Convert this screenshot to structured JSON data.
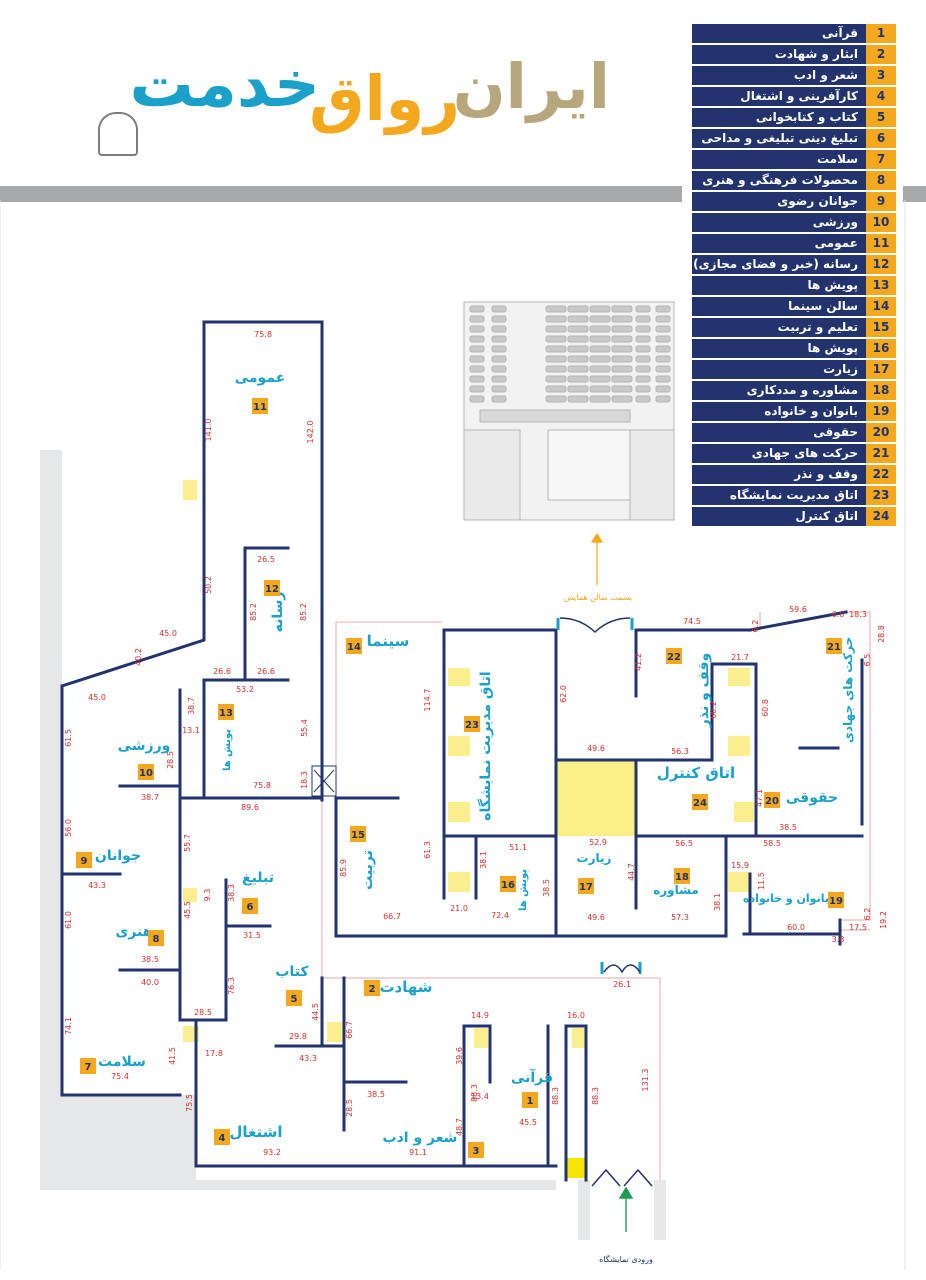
{
  "logo": {
    "part1": "ایران",
    "part2": "رواق",
    "part3": "خدمت"
  },
  "legend": [
    {
      "num": "1",
      "name": "قرآنی"
    },
    {
      "num": "2",
      "name": "ایثار و شهادت"
    },
    {
      "num": "3",
      "name": "شعر و ادب"
    },
    {
      "num": "4",
      "name": "کارآفرینی و اشتغال"
    },
    {
      "num": "5",
      "name": "کتاب و کتابخوانی"
    },
    {
      "num": "6",
      "name": "تبلیغ دینی تبلیغی و مداحی"
    },
    {
      "num": "7",
      "name": "سلامت"
    },
    {
      "num": "8",
      "name": "محصولات فرهنگی و هنری"
    },
    {
      "num": "9",
      "name": "جوانان رضوی"
    },
    {
      "num": "10",
      "name": "ورزشی"
    },
    {
      "num": "11",
      "name": "عمومی"
    },
    {
      "num": "12",
      "name": "رسانه (خبر و فضای مجازی)"
    },
    {
      "num": "13",
      "name": "پویش ها"
    },
    {
      "num": "14",
      "name": "سالن سینما"
    },
    {
      "num": "15",
      "name": "تعلیم و تربیت"
    },
    {
      "num": "16",
      "name": "پویش ها"
    },
    {
      "num": "17",
      "name": "زیارت"
    },
    {
      "num": "18",
      "name": "مشاوره و مددکاری"
    },
    {
      "num": "19",
      "name": "بانوان و خانواده"
    },
    {
      "num": "20",
      "name": "حقوقی"
    },
    {
      "num": "21",
      "name": "حرکت های جهادی"
    },
    {
      "num": "22",
      "name": "وقف و نذر"
    },
    {
      "num": "23",
      "name": "اتاق مدیریت نمایشگاه"
    },
    {
      "num": "24",
      "name": "اتاق کنترل"
    }
  ],
  "rooms": {
    "r1": {
      "name": "قرآنی",
      "num": "1"
    },
    "r2": {
      "name": "شهادت",
      "num": "2"
    },
    "r3": {
      "name": "شعر و ادب",
      "num": "3"
    },
    "r4": {
      "name": "اشتغال",
      "num": "4"
    },
    "r5": {
      "name": "کتاب",
      "num": "5"
    },
    "r6": {
      "name": "تبلیغ",
      "num": "6"
    },
    "r7": {
      "name": "سلامت",
      "num": "7"
    },
    "r8": {
      "name": "هنری",
      "num": "8"
    },
    "r9": {
      "name": "جوانان",
      "num": "9"
    },
    "r10": {
      "name": "ورزشی",
      "num": "10"
    },
    "r11": {
      "name": "عمومی",
      "num": "11"
    },
    "r12": {
      "name": "رسانه",
      "num": "12"
    },
    "r13": {
      "name": "پویش ها",
      "num": "13"
    },
    "r14": {
      "name": "سینما",
      "num": "14"
    },
    "r15": {
      "name": "تربیت",
      "num": "15"
    },
    "r16": {
      "name": "پویش ها",
      "num": "16"
    },
    "r17": {
      "name": "زیارت",
      "num": "17"
    },
    "r18": {
      "name": "مشاوره",
      "num": "18"
    },
    "r19": {
      "name": "بانوان و خانواده",
      "num": "19"
    },
    "r20": {
      "name": "حقوقی",
      "num": "20"
    },
    "r21": {
      "name": "حرکت های جهادی",
      "num": "21"
    },
    "r22": {
      "name": "وقف و نذر",
      "num": "22"
    },
    "r23": {
      "name": "اتاق مدیریت نمایشگاه",
      "num": "23"
    },
    "r24": {
      "name": "اتاق کنترل",
      "num": "24"
    }
  },
  "labels": {
    "hall_direction": "بسمت سالن همایش",
    "entrance": "ورودی نمایشگاه"
  },
  "dimensions": [
    "75.8",
    "141.0",
    "142.0",
    "50.2",
    "45.0",
    "40.2",
    "45.0",
    "61.5",
    "38.7",
    "13.1",
    "28.5",
    "38.7",
    "89.6",
    "75.8",
    "53.2",
    "26.6",
    "26.6",
    "85.2",
    "85.2",
    "26.5",
    "55.4",
    "18.3",
    "56.0",
    "43.3",
    "55.7",
    "9.3",
    "61.0",
    "45.5",
    "38.3",
    "31.5",
    "38.5",
    "40.0",
    "76.3",
    "74.1",
    "28.5",
    "17.8",
    "41.5",
    "75.4",
    "75.5",
    "93.2",
    "29.8",
    "43.3",
    "44.5",
    "66.7",
    "38.5",
    "28.5",
    "91.1",
    "39.6",
    "14.9",
    "13.4",
    "88.3",
    "48.7",
    "45.5",
    "16.0",
    "88.3",
    "88.3",
    "131.3",
    "26.1",
    "114.7",
    "61.3",
    "85.9",
    "66.7",
    "21.0",
    "38.1",
    "38.5",
    "72.4",
    "51.1",
    "52.9",
    "49.6",
    "44.7",
    "57.3",
    "38.1",
    "62.0",
    "49.6",
    "74.5",
    "41.2",
    "56.3",
    "60.2",
    "21.7",
    "60.8",
    "47.1",
    "56.5",
    "58.5",
    "38.5",
    "59.6",
    "6.0",
    "18.3",
    "28.8",
    "6.2",
    "6.5",
    "15.9",
    "11.5",
    "60.0",
    "17.5",
    "6.2",
    "3.8",
    "19.2"
  ],
  "colors": {
    "wall": "#22336e",
    "accent": "#f4a81d",
    "room_label": "#1aa0c9",
    "dim": "#d8312a",
    "yellow": "#fbee8e"
  }
}
